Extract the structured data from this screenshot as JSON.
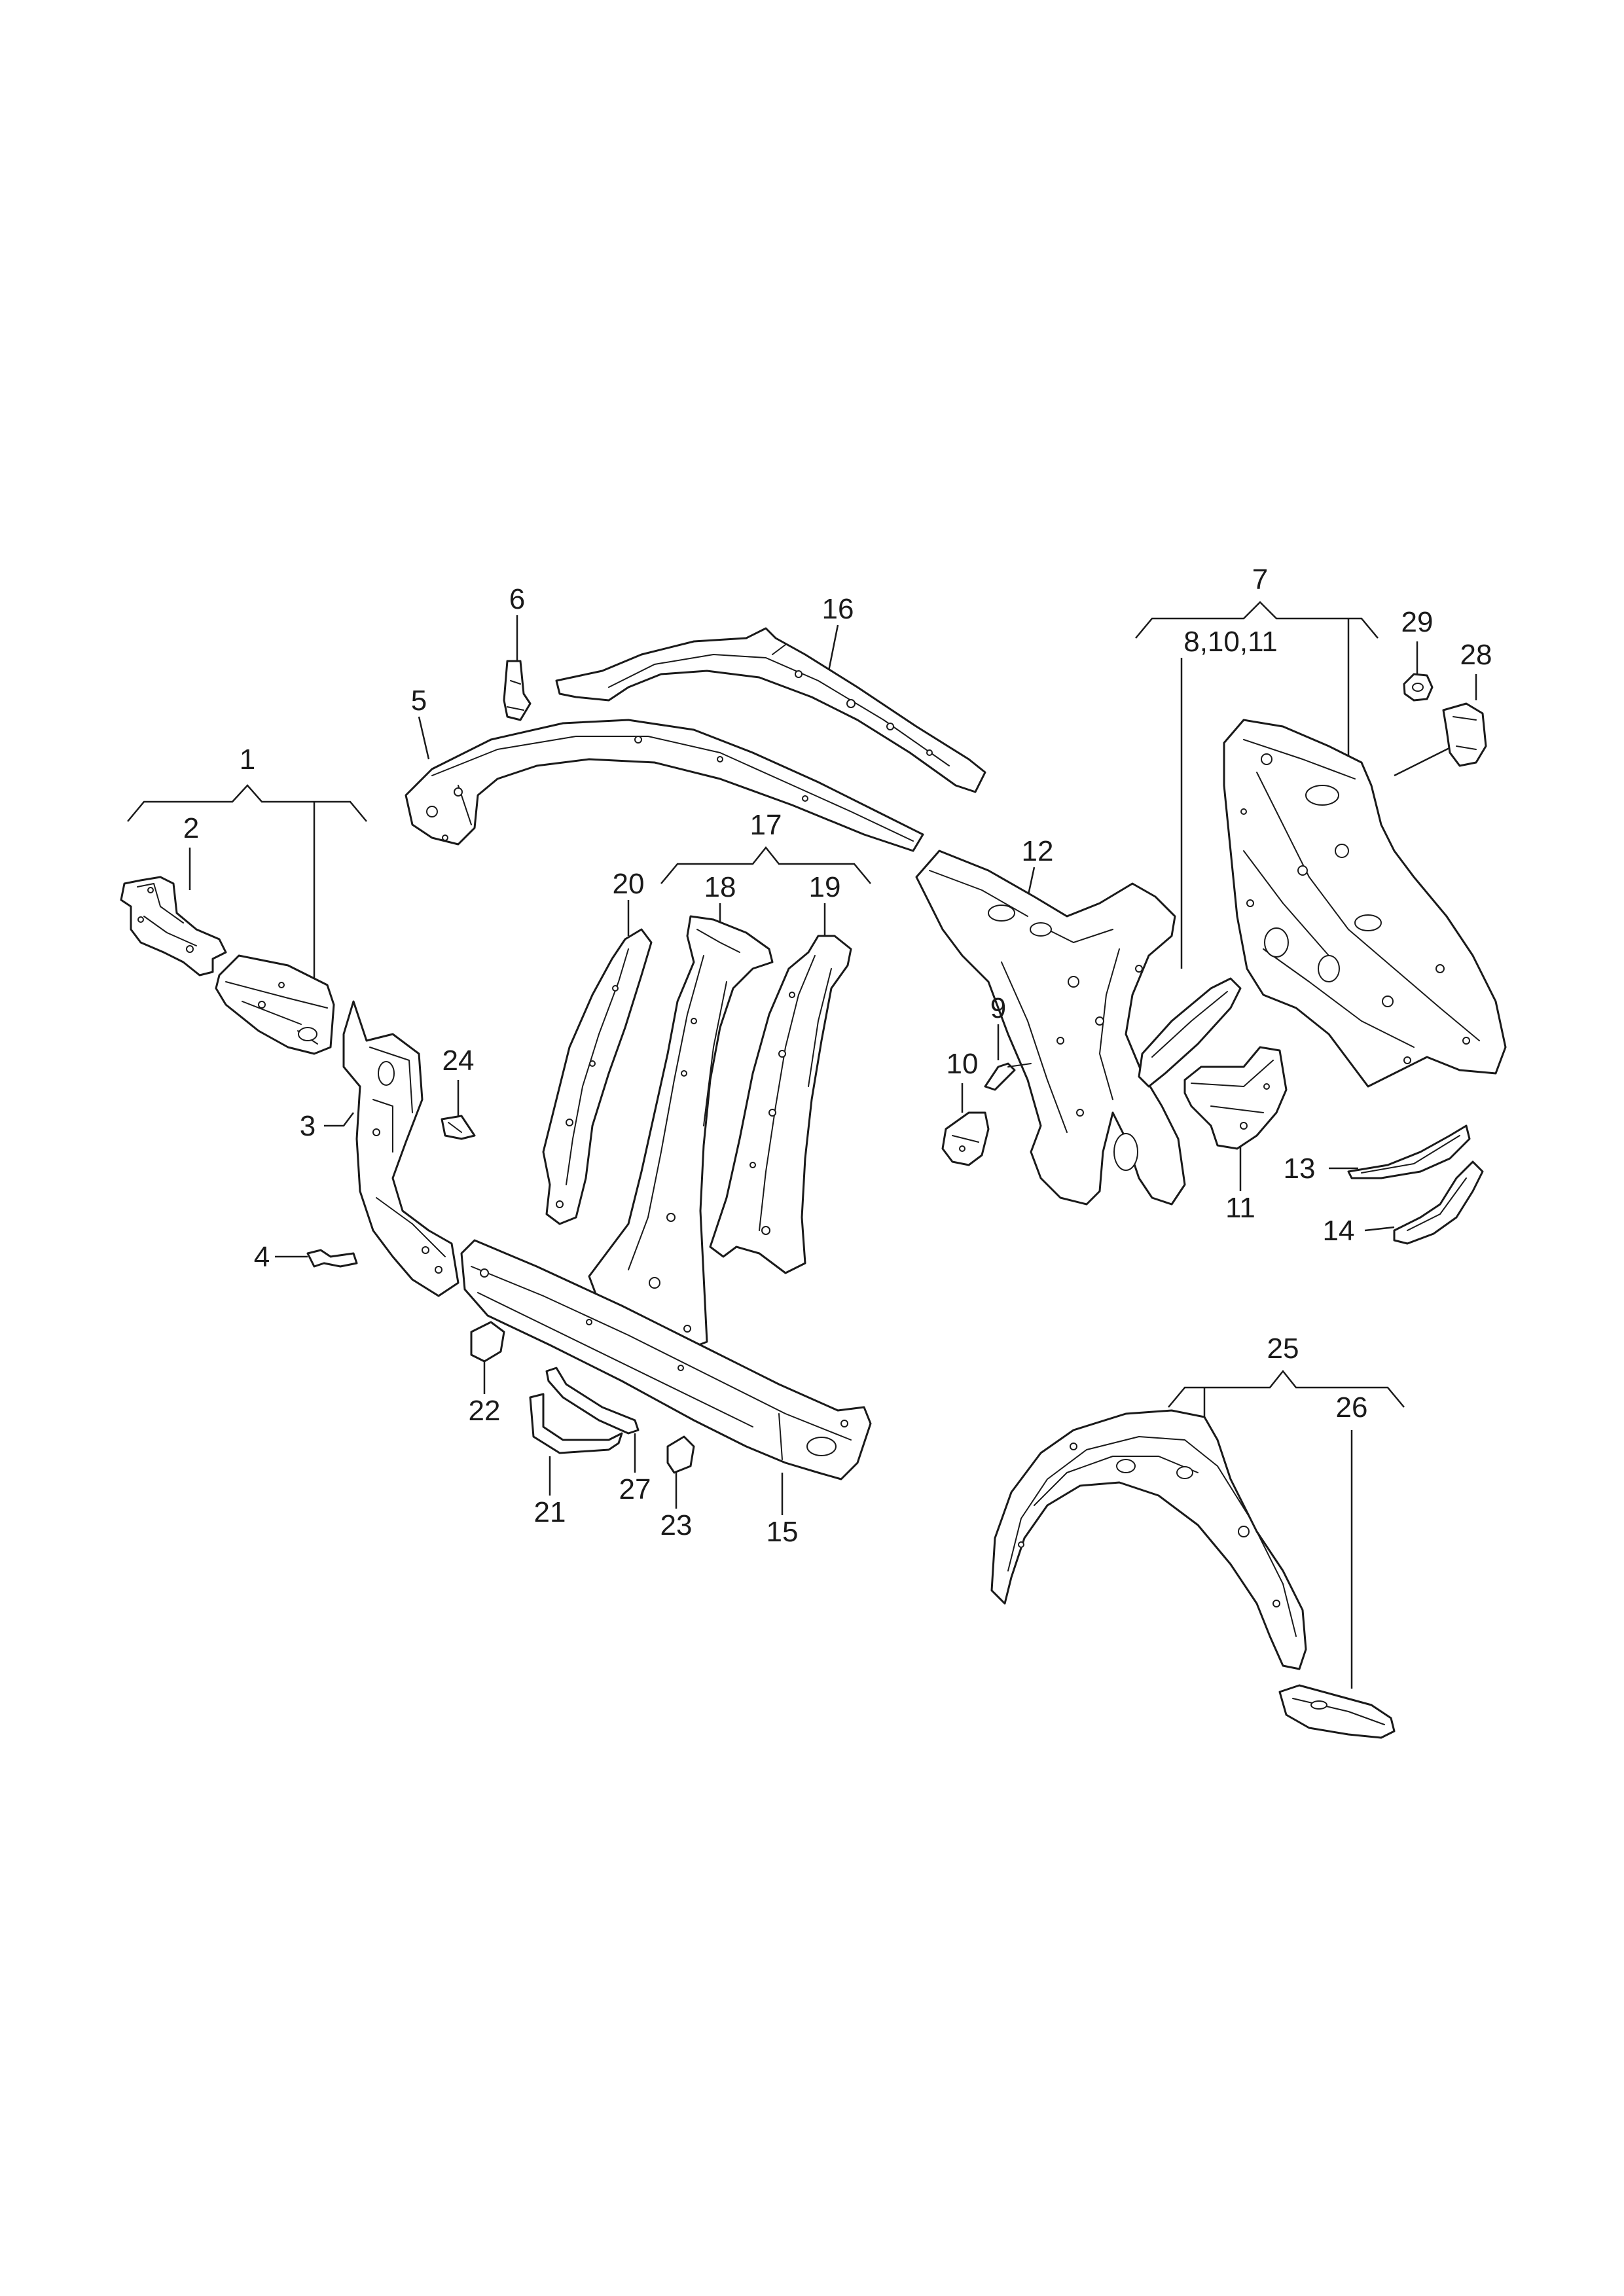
{
  "callouts": [
    {
      "id": "c1",
      "label": "1"
    },
    {
      "id": "c2",
      "label": "2"
    },
    {
      "id": "c3",
      "label": "3"
    },
    {
      "id": "c4",
      "label": "4"
    },
    {
      "id": "c5",
      "label": "5"
    },
    {
      "id": "c6",
      "label": "6"
    },
    {
      "id": "c7",
      "label": "7"
    },
    {
      "id": "c8",
      "label": "8,10,11"
    },
    {
      "id": "c9",
      "label": "9"
    },
    {
      "id": "c10",
      "label": "10"
    },
    {
      "id": "c11",
      "label": "11"
    },
    {
      "id": "c12",
      "label": "12"
    },
    {
      "id": "c13",
      "label": "13"
    },
    {
      "id": "c14",
      "label": "14"
    },
    {
      "id": "c15",
      "label": "15"
    },
    {
      "id": "c16",
      "label": "16"
    },
    {
      "id": "c17",
      "label": "17"
    },
    {
      "id": "c18",
      "label": "18"
    },
    {
      "id": "c19",
      "label": "19"
    },
    {
      "id": "c20",
      "label": "20"
    },
    {
      "id": "c21",
      "label": "21"
    },
    {
      "id": "c22",
      "label": "22"
    },
    {
      "id": "c23",
      "label": "23"
    },
    {
      "id": "c24",
      "label": "24"
    },
    {
      "id": "c25",
      "label": "25"
    },
    {
      "id": "c26",
      "label": "26"
    },
    {
      "id": "c27",
      "label": "27"
    },
    {
      "id": "c28",
      "label": "28"
    },
    {
      "id": "c29",
      "label": "29"
    }
  ]
}
